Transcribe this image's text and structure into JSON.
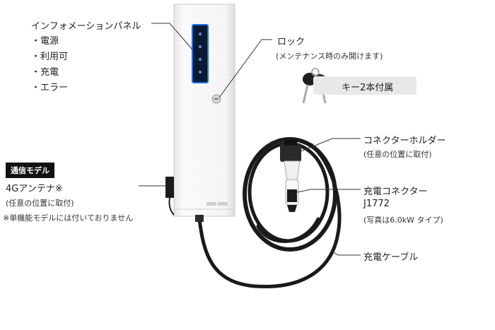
{
  "info_panel": {
    "title": "インフォメーションパネル",
    "items": [
      "・電源",
      "・利用可",
      "・充電",
      "・エラー"
    ]
  },
  "lock": {
    "title": "ロック",
    "note": "(メンテナンス時のみ開けます)",
    "keys": "キー2本付属"
  },
  "holder": {
    "title": "コネクターホルダー",
    "note": "(任意の位置に取付)"
  },
  "connector": {
    "title": "充電コネクター",
    "standard": "J1772",
    "note": "(写真は6.0kW タイプ)"
  },
  "cable": {
    "title": "充電ケーブル"
  },
  "antenna": {
    "badge": "通信モデル",
    "title": "4Gアンテナ※",
    "note": "(任意の位置に取付)",
    "footnote": "※単機能モデルには付いておりません"
  },
  "colors": {
    "unit_body": "#f4f4f4",
    "panel_dark": "#0b1a33",
    "panel_glow": "#1f6fe0",
    "cable": "#1a1a1a"
  }
}
